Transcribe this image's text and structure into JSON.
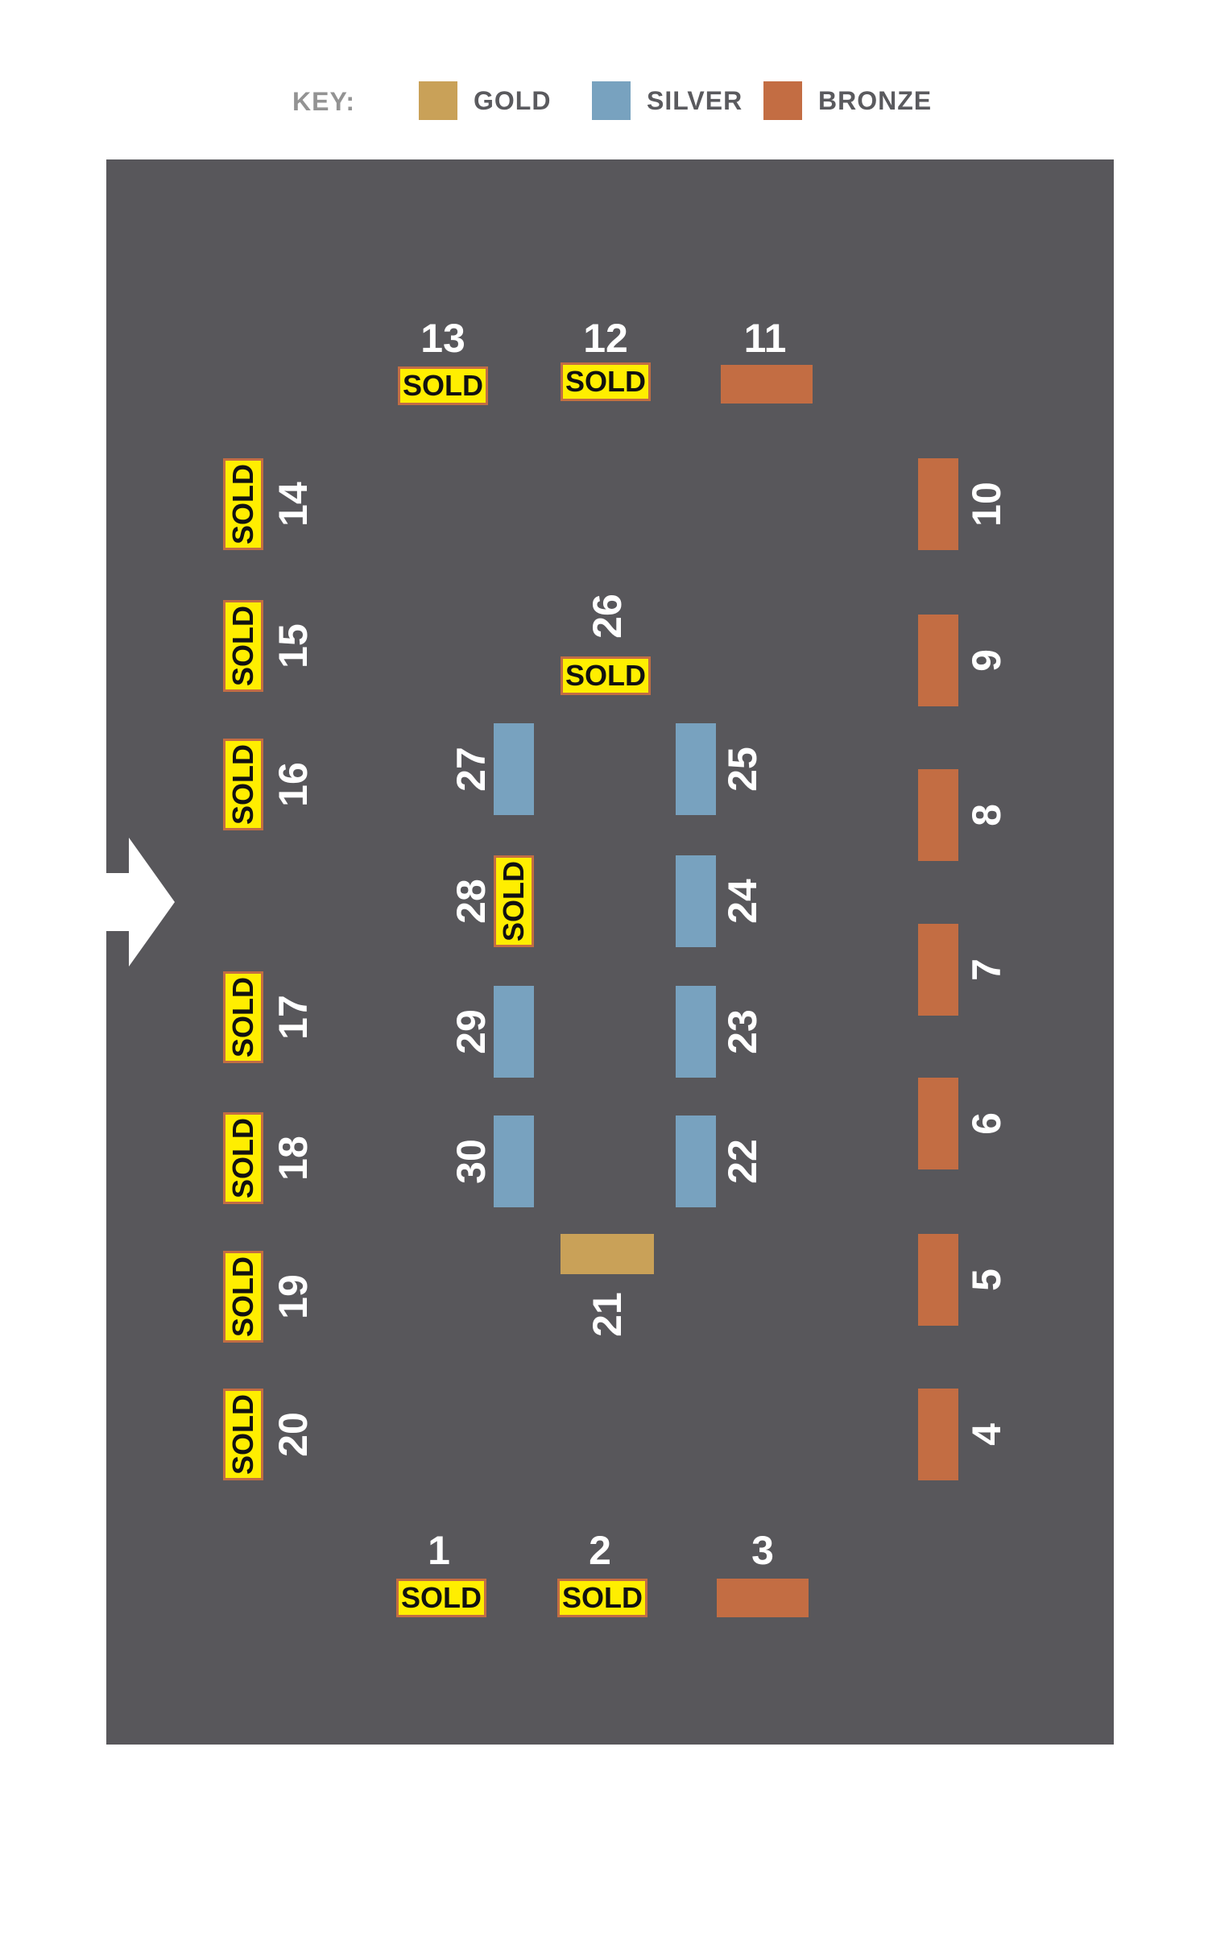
{
  "key": {
    "label": "KEY:",
    "items": [
      {
        "id": "gold",
        "label": "GOLD",
        "color": "#c9a158"
      },
      {
        "id": "silver",
        "label": "SILVER",
        "color": "#78a2bf"
      },
      {
        "id": "bronze",
        "label": "BRONZE",
        "color": "#c36d43"
      }
    ]
  },
  "floor": {
    "background_color": "#58575b",
    "entrance_icon": "arrow-right-icon"
  },
  "sold_label": "SOLD",
  "booths": [
    {
      "number": "1",
      "tier": "bronze",
      "sold": true
    },
    {
      "number": "2",
      "tier": "bronze",
      "sold": true
    },
    {
      "number": "3",
      "tier": "bronze",
      "sold": false
    },
    {
      "number": "4",
      "tier": "bronze",
      "sold": false
    },
    {
      "number": "5",
      "tier": "bronze",
      "sold": false
    },
    {
      "number": "6",
      "tier": "bronze",
      "sold": false
    },
    {
      "number": "7",
      "tier": "bronze",
      "sold": false
    },
    {
      "number": "8",
      "tier": "bronze",
      "sold": false
    },
    {
      "number": "9",
      "tier": "bronze",
      "sold": false
    },
    {
      "number": "10",
      "tier": "bronze",
      "sold": false
    },
    {
      "number": "11",
      "tier": "bronze",
      "sold": false
    },
    {
      "number": "12",
      "tier": "bronze",
      "sold": true
    },
    {
      "number": "13",
      "tier": "bronze",
      "sold": true
    },
    {
      "number": "14",
      "tier": "bronze",
      "sold": true
    },
    {
      "number": "15",
      "tier": "bronze",
      "sold": true
    },
    {
      "number": "16",
      "tier": "bronze",
      "sold": true
    },
    {
      "number": "17",
      "tier": "bronze",
      "sold": true
    },
    {
      "number": "18",
      "tier": "bronze",
      "sold": true
    },
    {
      "number": "19",
      "tier": "bronze",
      "sold": true
    },
    {
      "number": "20",
      "tier": "bronze",
      "sold": true
    },
    {
      "number": "21",
      "tier": "gold",
      "sold": false
    },
    {
      "number": "22",
      "tier": "silver",
      "sold": false
    },
    {
      "number": "23",
      "tier": "silver",
      "sold": false
    },
    {
      "number": "24",
      "tier": "silver",
      "sold": false
    },
    {
      "number": "25",
      "tier": "silver",
      "sold": false
    },
    {
      "number": "26",
      "tier": "silver",
      "sold": true
    },
    {
      "number": "27",
      "tier": "silver",
      "sold": false
    },
    {
      "number": "28",
      "tier": "silver",
      "sold": true
    },
    {
      "number": "29",
      "tier": "silver",
      "sold": false
    },
    {
      "number": "30",
      "tier": "silver",
      "sold": false
    }
  ]
}
